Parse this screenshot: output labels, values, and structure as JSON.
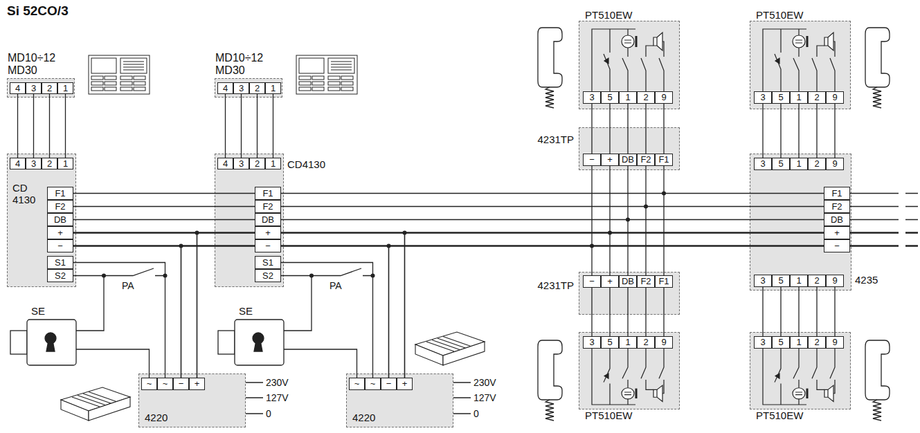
{
  "diagram": {
    "title": "Si 52CO/3",
    "nodes": [
      {
        "text": [
          "MD10÷12 MD30"
        ]
      },
      {
        "text": [
          "CD 4130"
        ]
      },
      {
        "text": [
          "MD10÷12 MD30"
        ]
      },
      {
        "text": [
          "CD4130"
        ]
      },
      {
        "text": [
          "SE"
        ]
      },
      {
        "text": [
          "SE"
        ]
      },
      {
        "text": [
          "4220"
        ]
      },
      {
        "text": [
          "4220"
        ]
      },
      {
        "text": [
          "PT510EW"
        ]
      },
      {
        "text": [
          "4231TP"
        ]
      },
      {
        "text": [
          "4231TP"
        ]
      },
      {
        "text": [
          "PT510EW"
        ]
      },
      {
        "text": [
          "PT510EW"
        ]
      },
      {
        "text": [
          "4235"
        ]
      },
      {
        "text": [
          "PT510EW"
        ]
      }
    ],
    "edges": [
      {
        "from": 0,
        "to": 1,
        "arrow": "none"
      },
      {
        "from": 2,
        "to": 3,
        "arrow": "none"
      },
      {
        "from": 1,
        "to": 3,
        "arrow": "none"
      },
      {
        "from": 3,
        "to": 13,
        "arrow": "none"
      },
      {
        "from": 8,
        "to": 9,
        "arrow": "none"
      },
      {
        "from": 9,
        "to": 10,
        "arrow": "none"
      },
      {
        "from": 10,
        "to": 11,
        "arrow": "none"
      },
      {
        "from": 12,
        "to": 13,
        "arrow": "none"
      },
      {
        "from": 13,
        "to": 14,
        "arrow": "none"
      },
      {
        "from": 1,
        "to": 4,
        "arrow": "none"
      },
      {
        "from": 1,
        "to": 6,
        "arrow": "none"
      },
      {
        "from": 4,
        "to": 6,
        "arrow": "none"
      },
      {
        "from": 3,
        "to": 5,
        "arrow": "none"
      },
      {
        "from": 3,
        "to": 7,
        "arrow": "none"
      },
      {
        "from": 5,
        "to": 7,
        "arrow": "none"
      }
    ],
    "labels": [
      "4",
      "3",
      "2",
      "1",
      "4",
      "3",
      "2",
      "1",
      "F1",
      "F2",
      "DB",
      "+",
      "−",
      "S1",
      "S2",
      "4",
      "3",
      "2",
      "1",
      "4",
      "3",
      "2",
      "1",
      "F1",
      "F2",
      "DB",
      "+",
      "−",
      "S1",
      "S2",
      "PA",
      "PA",
      "~",
      "~",
      "−",
      "+",
      "230V",
      "127V",
      "0",
      "~",
      "~",
      "−",
      "+",
      "230V",
      "127V",
      "0",
      "3",
      "5",
      "1",
      "2",
      "9",
      "−",
      "+",
      "DB",
      "F2",
      "F1",
      "−",
      "+",
      "DB",
      "F2",
      "F1",
      "3",
      "5",
      "1",
      "2",
      "9",
      "3",
      "5",
      "1",
      "2",
      "9",
      "3",
      "5",
      "1",
      "2",
      "9",
      "F1",
      "F2",
      "DB",
      "+",
      "−",
      "3",
      "5",
      "1",
      "2",
      "9",
      "3",
      "5",
      "1",
      "2",
      "9"
    ]
  }
}
